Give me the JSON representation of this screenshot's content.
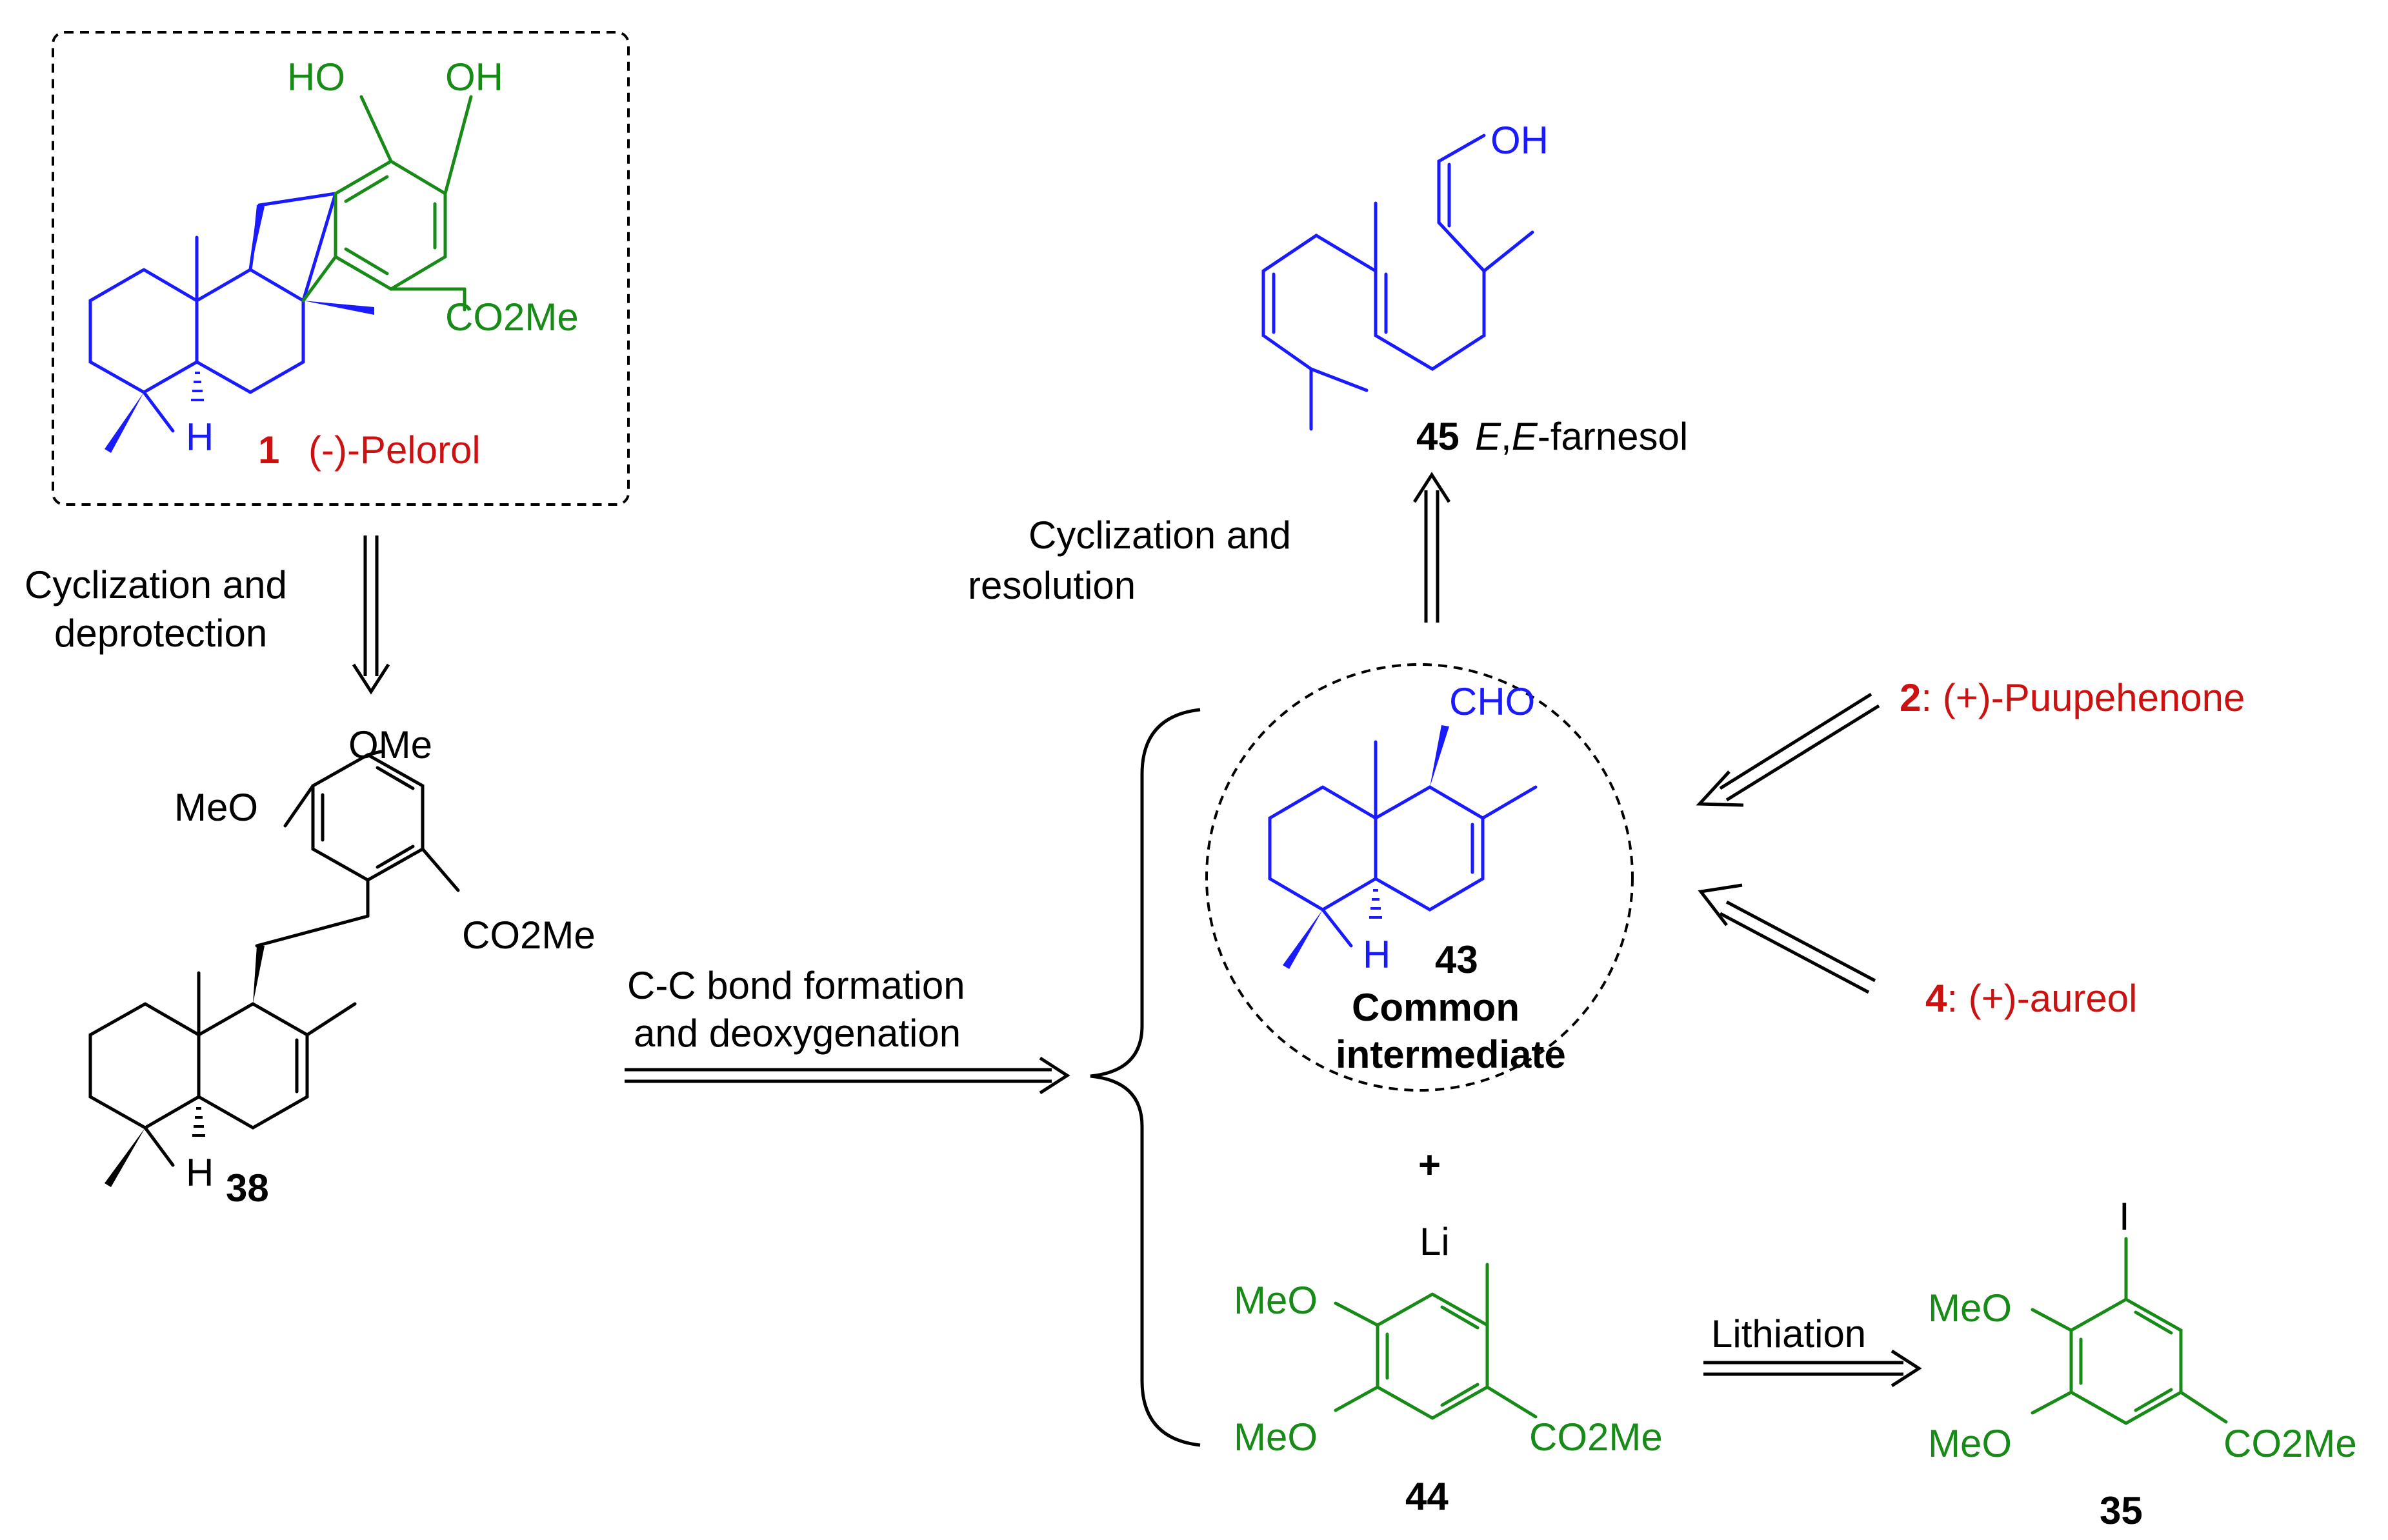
{
  "colors": {
    "highlight_blue": "#1a1aff",
    "aromatic_green": "#188a18",
    "name_red": "#cc1111",
    "text_black": "#000000"
  },
  "compound_1": {
    "number": "1",
    "name": "(-)-Pelorol",
    "atoms": {
      "oh_left": "HO",
      "oh_right": "OH",
      "ester": "CO2Me",
      "h": "H"
    }
  },
  "compound_38": {
    "number": "38",
    "atoms": {
      "ome_top": "OMe",
      "ome_left": "MeO",
      "ester": "CO2Me",
      "h": "H"
    }
  },
  "compound_43": {
    "number": "43",
    "caption_line1": "Common",
    "caption_line2": "intermediate",
    "atoms": {
      "aldehyde": "CHO",
      "h": "H"
    }
  },
  "compound_45": {
    "number": "45",
    "name_italic_1": "E",
    "name_sep": ",",
    "name_italic_2": "E",
    "name_suffix": "-farnesol",
    "atoms": {
      "oh": "OH"
    }
  },
  "compound_44": {
    "number": "44",
    "atoms": {
      "li": "Li",
      "ome_top": "MeO",
      "ome_bottom": "MeO",
      "ester": "CO2Me"
    }
  },
  "compound_35": {
    "number": "35",
    "atoms": {
      "iodo": "I",
      "ome_top": "MeO",
      "ome_bottom": "MeO",
      "ester": "CO2Me"
    }
  },
  "target_2": {
    "number": "2",
    "sep": ": ",
    "name": "(+)-Puupehenone"
  },
  "target_4": {
    "number": "4",
    "sep": ": ",
    "name": "(+)-aureol"
  },
  "plus_sign": "+",
  "arrows": {
    "cyclization_deprotection": {
      "line1": "Cyclization and",
      "line2": "deprotection"
    },
    "cyclization_resolution": {
      "line1": "Cyclization and",
      "line2": "resolution"
    },
    "cc_bond": {
      "line1": "C-C bond formation",
      "line2": "and deoxygenation"
    },
    "lithiation": {
      "label": "Lithiation"
    }
  },
  "icons": [
    "retrosynthesis-double-arrow",
    "dashed-box",
    "dashed-circle",
    "curly-brace"
  ]
}
